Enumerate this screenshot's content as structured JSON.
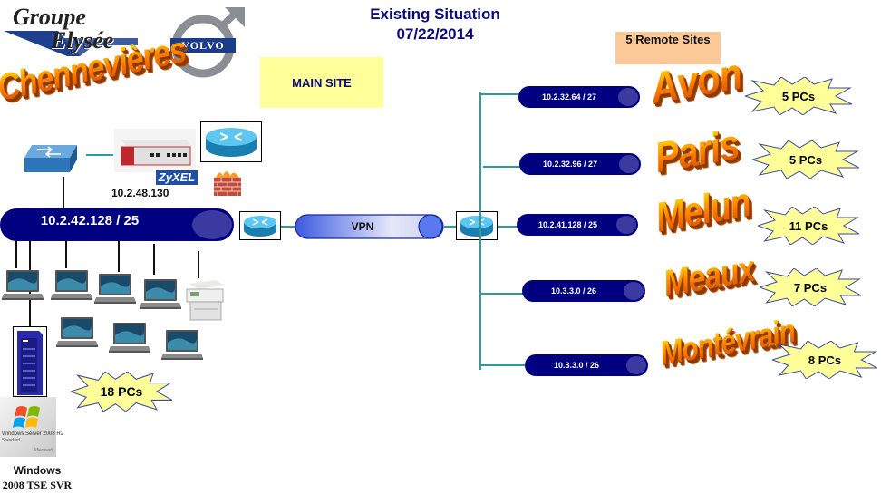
{
  "header": {
    "title": "Existing Situation",
    "date": "07/22/2014"
  },
  "logos": {
    "groupe": [
      "Groupe",
      "Elysée"
    ],
    "volvo": "VOLVO"
  },
  "main_site": {
    "label": "MAIN SITE",
    "site_name": "Chennevières",
    "firewall_brand": "ZyXEL",
    "firewall_ip": "10.2.48.130",
    "lan_subnet": "10.2.42.128 / 25",
    "pc_count": "18 PCs",
    "server_label_line1": "Windows",
    "server_label_line2": "2008 TSE SVR",
    "server_box_text": "Windows Server 2008 R2",
    "server_box_sub": "Standard",
    "server_box_vendor": "Microsoft"
  },
  "vpn": {
    "label": "VPN"
  },
  "remote": {
    "header": "5 Remote Sites",
    "sites": [
      {
        "name": "Avon",
        "subnet": "10.2.32.64 / 27",
        "pcs": "5 PCs"
      },
      {
        "name": "Paris",
        "subnet": "10.2.32.96 / 27",
        "pcs": "5 PCs"
      },
      {
        "name": "Melun",
        "subnet": "10.2.41.128 / 25",
        "pcs": "11 PCs"
      },
      {
        "name": "Meaux",
        "subnet": "10.3.3.0 / 26",
        "pcs": "7 PCs"
      },
      {
        "name": "Montévrain",
        "subnet": "10.3.3.0 / 26",
        "pcs": "8 PCs"
      }
    ]
  },
  "colors": {
    "title": "#0b0b7a",
    "pill": "#000080",
    "main_site_bg": "#ffff99",
    "remote_box_bg": "#fbc898",
    "starburst": "#ffff99",
    "connector": "#2f9a9a"
  }
}
